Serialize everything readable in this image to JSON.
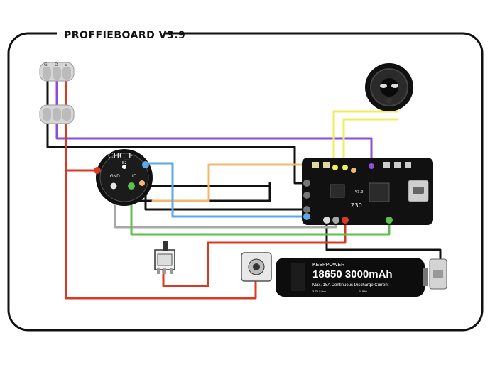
{
  "title": "PROFFIEBOARD V3.9",
  "connector": {
    "pin_labels": [
      "G",
      "D",
      "V"
    ]
  },
  "blade_connector": {
    "label": "CHC_F",
    "pins": [
      "GND",
      "ID",
      "B2"
    ]
  },
  "board": {
    "silk_main": "Z30",
    "silk_small": "V3.9"
  },
  "battery": {
    "brand": "KEEPPOWER",
    "model": "18650 3000mAh",
    "spec": "Max. 15A Continuous Discharge Current",
    "small_left": "3.7V Li-ion",
    "small_right": "P1830"
  },
  "colors": {
    "black": "#111111",
    "red": "#d93a22",
    "purple": "#8a4fd6",
    "yellow": "#f2ec5c",
    "orange": "#f0b870",
    "blue": "#5fa7e6",
    "green": "#5cc04a",
    "gray": "#a8a8a8",
    "frame": "#111111"
  }
}
